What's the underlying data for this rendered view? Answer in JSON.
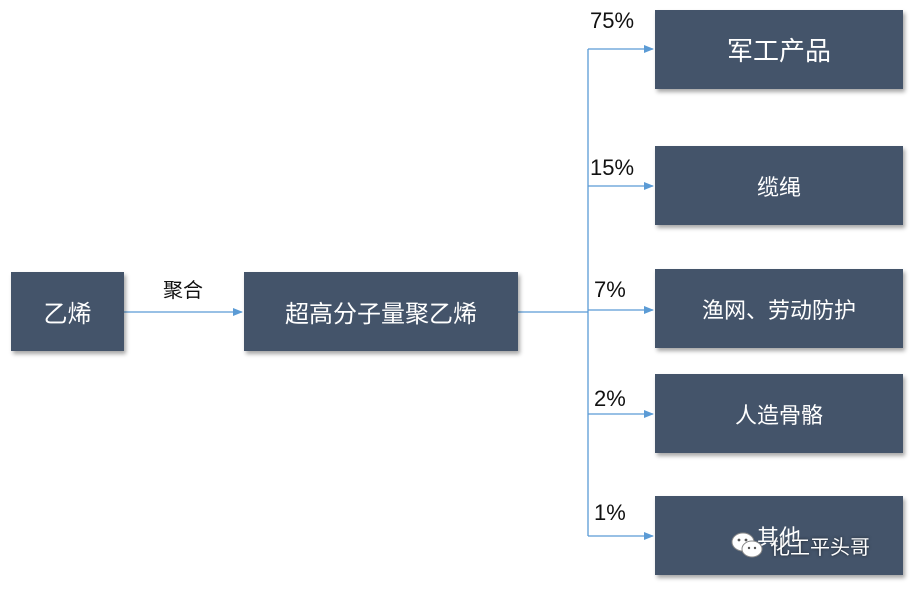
{
  "source_node": {
    "label": "乙烯"
  },
  "process_label": "聚合",
  "product_node": {
    "label": "超高分子量聚乙烯"
  },
  "applications": [
    {
      "percent": "75%",
      "label": "军工产品"
    },
    {
      "percent": "15%",
      "label": "缆绳"
    },
    {
      "percent": "7%",
      "label": "渔网、劳动防护"
    },
    {
      "percent": "2%",
      "label": "人造骨骼"
    },
    {
      "percent": "1%",
      "label": "其他"
    }
  ],
  "watermark": {
    "text": "化工平头哥",
    "icon": "wechat-icon"
  },
  "colors": {
    "box": "#44546a",
    "line": "#5b9bd5",
    "text": "#ffffff"
  }
}
